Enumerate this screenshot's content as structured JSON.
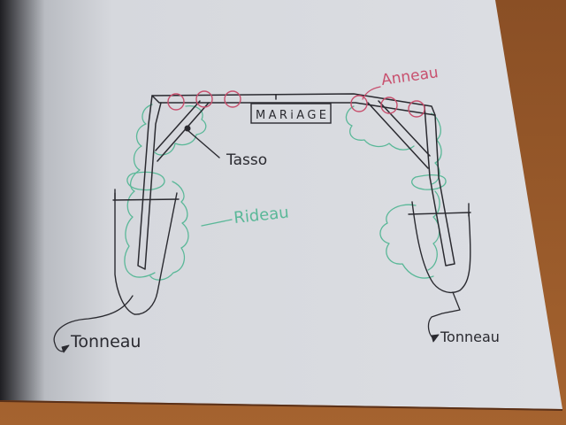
{
  "diagram": {
    "title_sign": "MARiAGE",
    "labels": {
      "ring": "Anneau",
      "cleat": "Tasso",
      "curtain": "Rideau",
      "barrel_left": "Tonneau",
      "barrel_right": "Tonneau"
    },
    "colors": {
      "ink": "#2a2a30",
      "ring": "#c8506e",
      "curtain": "#5ab898",
      "paper": "#d9dbe0",
      "table": "#9a5a2c"
    }
  }
}
